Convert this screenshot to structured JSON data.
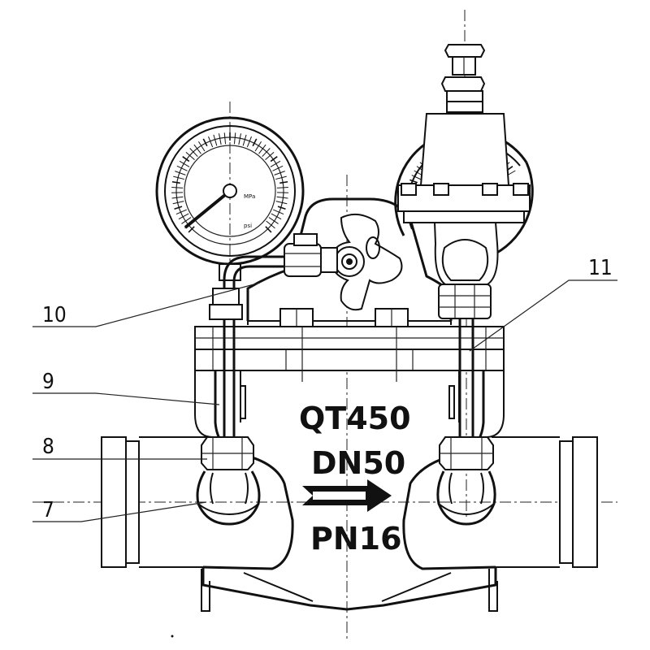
{
  "body_markings": {
    "material": "QT450",
    "size": "DN50",
    "pressure": "PN16"
  },
  "callouts": [
    {
      "id": "7",
      "label": "7"
    },
    {
      "id": "8",
      "label": "8"
    },
    {
      "id": "9",
      "label": "9"
    },
    {
      "id": "10",
      "label": "10"
    },
    {
      "id": "11",
      "label": "11"
    }
  ],
  "gauge": {
    "unit_psi": "psi",
    "unit_mpa": "MPa"
  }
}
